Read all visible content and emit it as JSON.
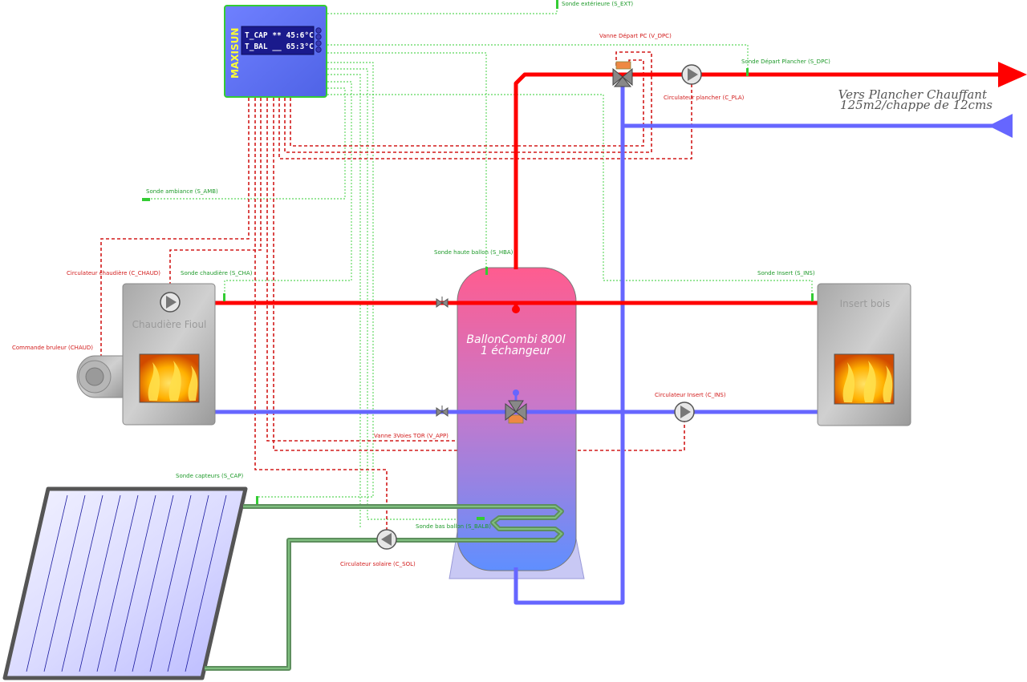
{
  "controller": {
    "brand": "MAXISUN",
    "line1": "T_CAP ** 45:6°C",
    "line2": "T_BAL __ 65:3°C"
  },
  "tank": {
    "title": "BallonCombi 800l",
    "subtitle": "1 échangeur"
  },
  "boiler": {
    "label": "Chaudière Fioul"
  },
  "insert": {
    "label": "Insert bois"
  },
  "destination": {
    "line1": "Vers Plancher Chauffant",
    "line2": "125m2/chappe de 12cms"
  },
  "sensors": {
    "s_ext": "Sonde extérieure (S_EXT)",
    "s_dpc": "Sonde Départ Plancher (S_DPC)",
    "s_amb": "Sonde ambiance (S_AMB)",
    "s_hba": "Sonde haute ballon (S_HBA)",
    "s_cha": "Sonde chaudière (S_CHA)",
    "s_ins": "Sonde Insert (S_INS)",
    "s_cap": "Sonde capteurs (S_CAP)",
    "s_bal": "Sonde bas ballon (S_BALB)"
  },
  "actuators": {
    "v_dpc": "Vanne Départ PC (V_DPC)",
    "c_pla": "Circulateur plancher (C_PLA)",
    "c_chaud": "Circulateur chaudière (C_CHAUD)",
    "chaud": "Commande bruleur (CHAUD)",
    "c_ins": "Circulateur Insert (C_INS)",
    "v_app": "Vanne 3Voies TOR (V_APP)",
    "c_sol": "Circulateur solaire (C_SOL)"
  },
  "colors": {
    "hot_pipe": "#ff0000",
    "cold_pipe": "#6666ff",
    "solar_pipe": "#5e8f5e",
    "control_wire": "#d21a1a",
    "sensor_wire": "#33cc33"
  }
}
